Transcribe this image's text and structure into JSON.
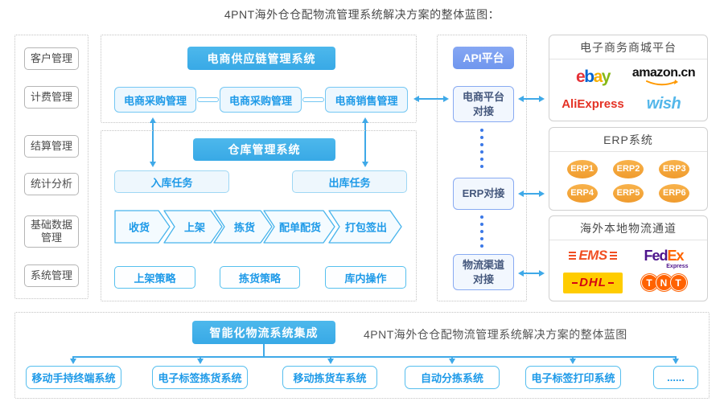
{
  "title": "4PNT海外仓仓配物流管理系统解决方案的整体蓝图：",
  "sidebar": {
    "items": [
      {
        "label": "客户管理"
      },
      {
        "label": "计费管理"
      },
      {
        "label": "结算管理"
      },
      {
        "label": "统计分析"
      },
      {
        "label": "基础数据管理"
      },
      {
        "label": "系统管理"
      }
    ]
  },
  "supply_chain": {
    "header": "电商供应链管理系统",
    "boxes": [
      "电商采购管理",
      "电商采购管理",
      "电商销售管理"
    ]
  },
  "warehouse": {
    "header": "仓库管理系统",
    "inbound": "入库任务",
    "outbound": "出库任务",
    "process": [
      "收货",
      "上架",
      "拣货",
      "配单配货",
      "打包签出"
    ],
    "strategies": [
      "上架策略",
      "拣货策略",
      "库内操作"
    ]
  },
  "api_column": {
    "header": "API平台",
    "nodes": [
      "电商平台对接",
      "ERP对接",
      "物流渠道对接"
    ]
  },
  "mall_panel": {
    "title": "电子商务商城平台",
    "ebay": [
      "e",
      "b",
      "a",
      "y"
    ],
    "amazon": "amazon.cn",
    "aliexpress": "AliExpress",
    "wish": "wish"
  },
  "erp_panel": {
    "title": "ERP系统",
    "items": [
      "ERP1",
      "ERP2",
      "ERP3",
      "ERP4",
      "ERP5",
      "ERP6"
    ]
  },
  "logistics_panel": {
    "title": "海外本地物流通道",
    "ems": "EMS",
    "fedex_fed": "Fed",
    "fedex_ex": "Ex",
    "fedex_sub": "Express",
    "dhl": "DHL",
    "tnt": [
      "T",
      "N",
      "T"
    ]
  },
  "integration": {
    "header": "智能化物流系统集成",
    "caption": "4PNT海外仓仓配物流管理系统解决方案的整体蓝图",
    "items": [
      "移动手持终端系统",
      "电子标签拣货系统",
      "移动拣货车系统",
      "自动分拣系统",
      "电子标签打印系统",
      "......"
    ]
  },
  "colors": {
    "header_blue": "#41b0e8",
    "api_blue": "#7b9ef1",
    "box_text_blue": "#1e9ae8",
    "arrow_blue": "#3fa9e8",
    "dot_blue": "#3b78e7",
    "erp_orange": "#f5a73b",
    "dhl_yellow": "#ffcc00",
    "fedex_purple": "#4d148c",
    "fedex_orange": "#ff6600",
    "tnt_orange": "#ff6200",
    "ems_red": "#f04f23"
  }
}
